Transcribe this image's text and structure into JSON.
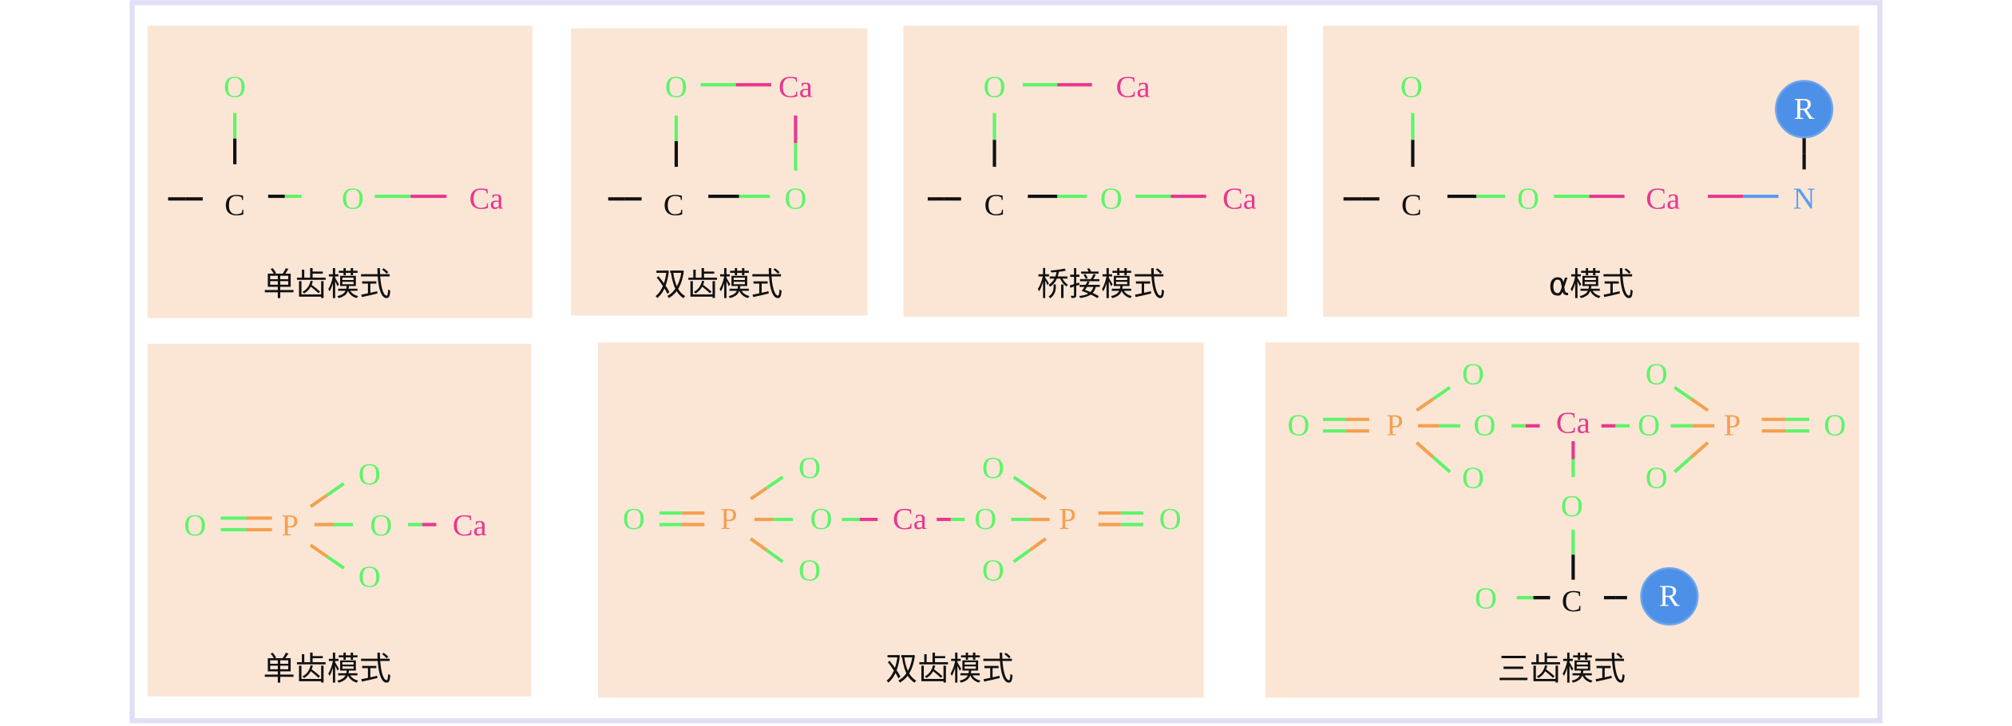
{
  "colors": {
    "O": "#5ef46a",
    "C": "#111111",
    "Ca": "#e8388f",
    "P": "#f3a04f",
    "N": "#5b9cf0",
    "R_fill": "#4d90e8",
    "panel_bg": "#fbe6d6",
    "frame": "#e0dff5"
  },
  "panels": [
    {
      "caption": "单齿模式",
      "atoms": [
        "O",
        "C",
        "O",
        "Ca"
      ]
    },
    {
      "caption": "双齿模式",
      "atoms": [
        "O",
        "Ca",
        "C",
        "O"
      ]
    },
    {
      "caption": "桥接模式",
      "atoms": [
        "O",
        "Ca",
        "C",
        "O",
        "Ca"
      ]
    },
    {
      "caption": "α模式",
      "atoms": [
        "O",
        "C",
        "O",
        "Ca",
        "N",
        "R"
      ]
    },
    {
      "caption": "单齿模式",
      "atoms": [
        "O",
        "P",
        "O",
        "Ca",
        "O",
        "O"
      ]
    },
    {
      "caption": "双齿模式",
      "atoms": [
        "O",
        "P",
        "O",
        "Ca",
        "O",
        "P",
        "O",
        "O",
        "O",
        "O",
        "O"
      ]
    },
    {
      "caption": "三齿模式",
      "atoms": [
        "O",
        "P",
        "O",
        "Ca",
        "O",
        "P",
        "O",
        "O",
        "O",
        "O",
        "O",
        "O",
        "O",
        "C",
        "R"
      ]
    }
  ]
}
